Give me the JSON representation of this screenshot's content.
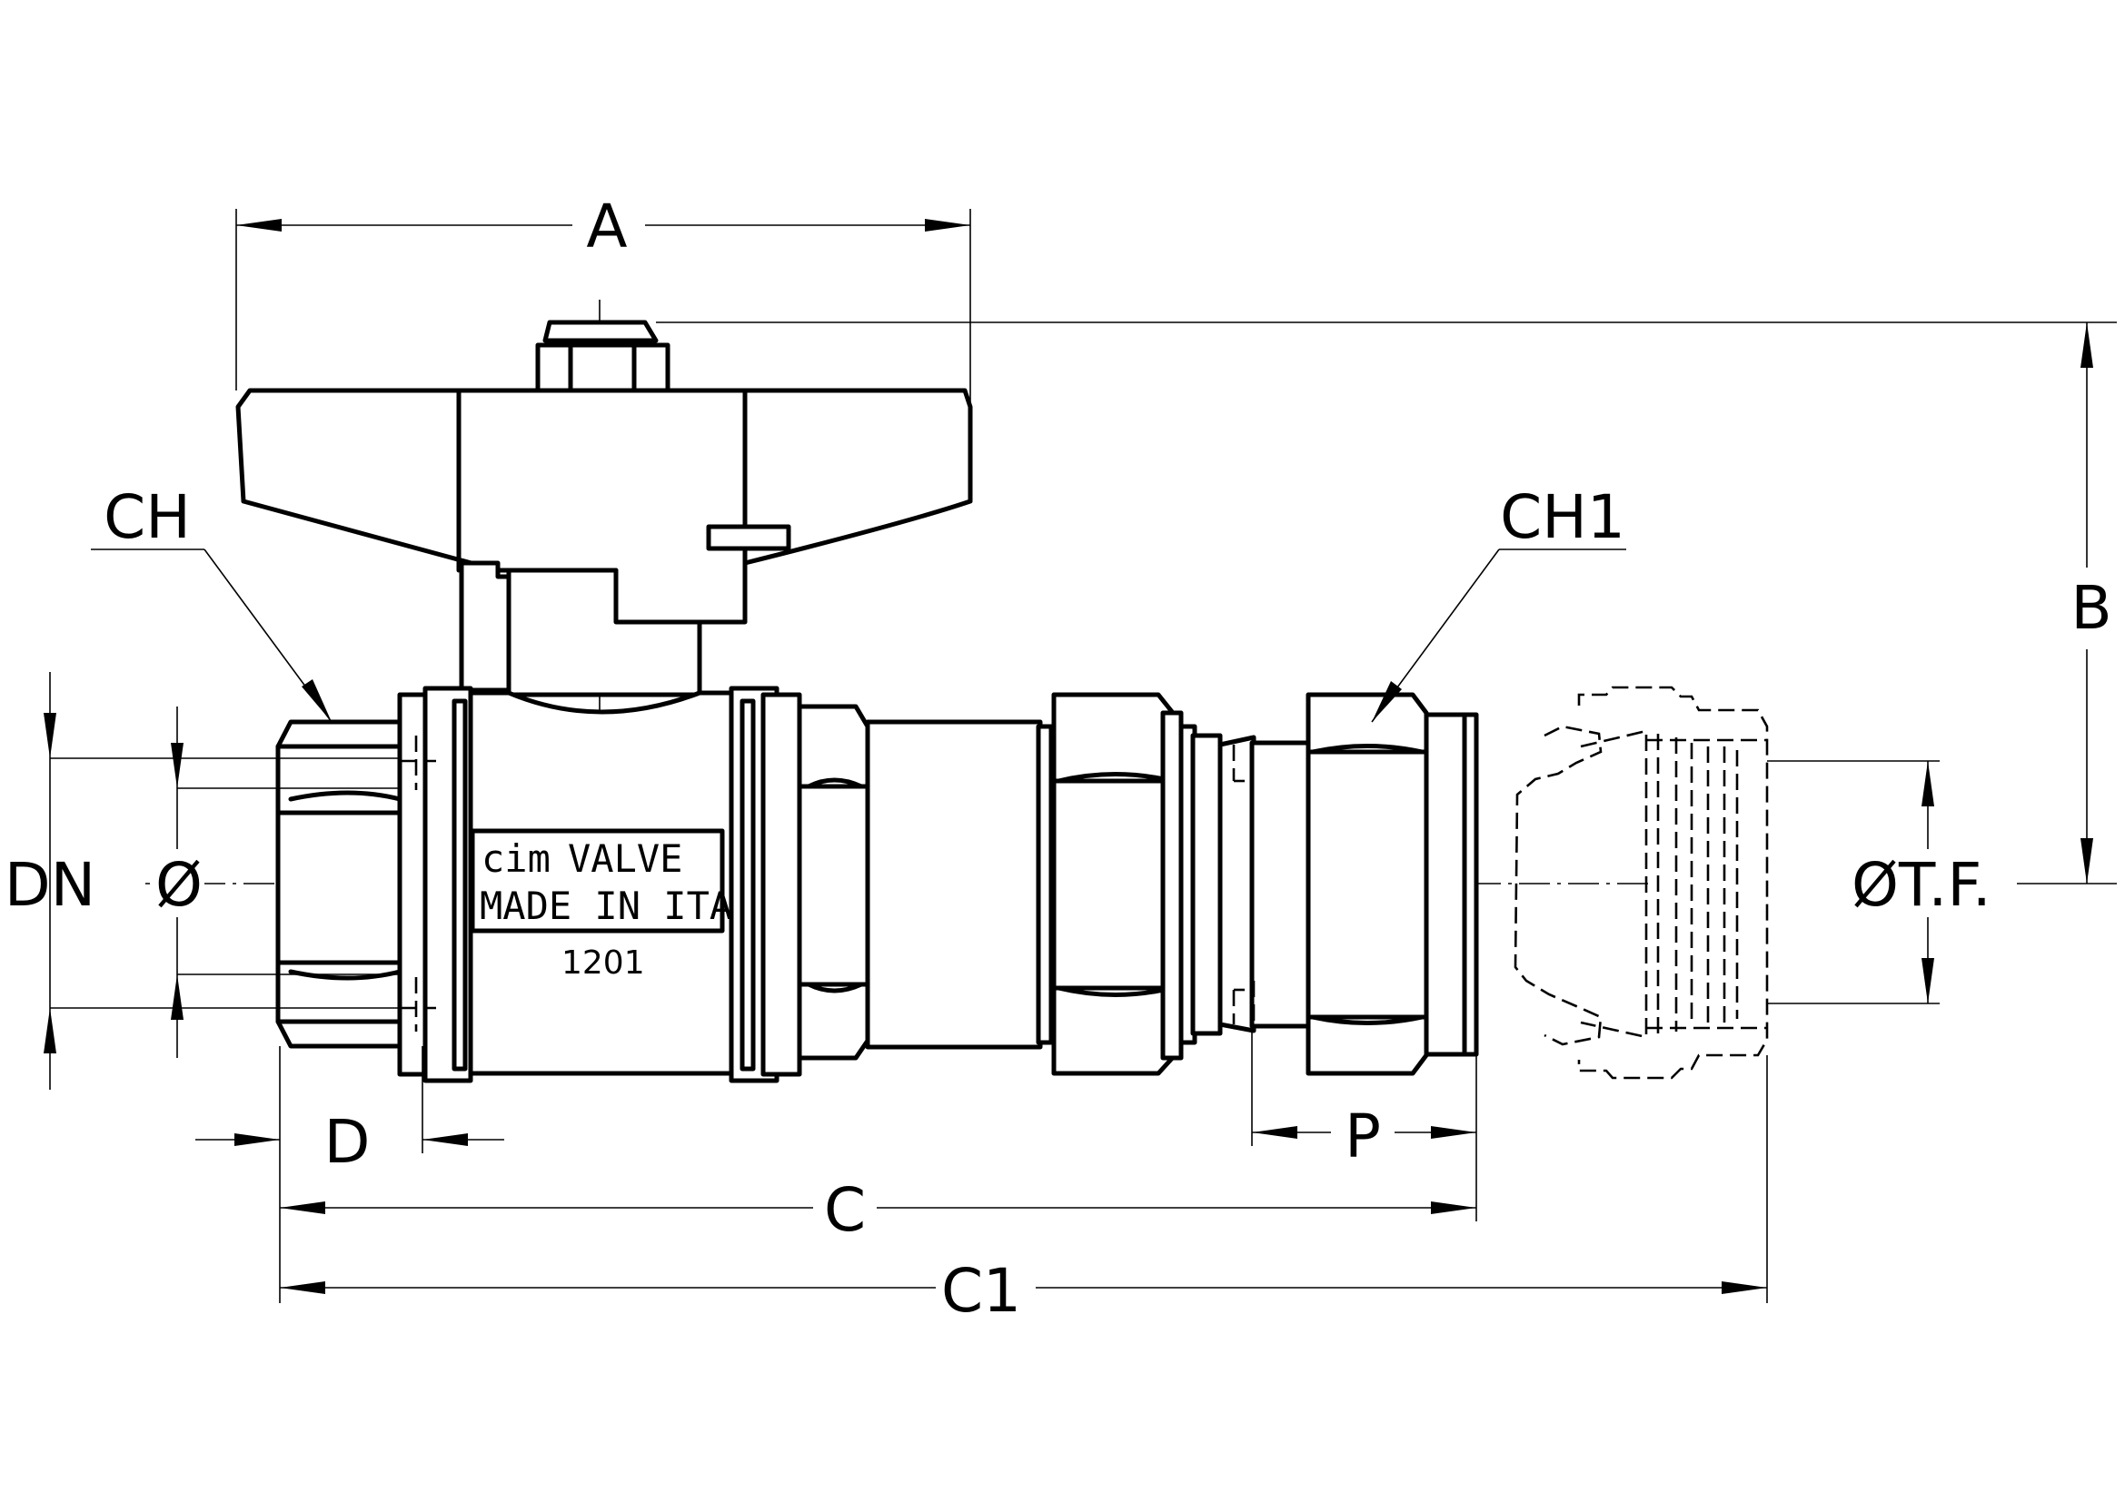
{
  "dimensions": {
    "A": "A",
    "B": "B",
    "C": "C",
    "C1": "C1",
    "D": "D",
    "P": "P",
    "CH": "CH",
    "CH1": "CH1",
    "DN": "DN",
    "phi": "Ø",
    "phi_tf": "ØT.F."
  },
  "marking": {
    "brand_left": "cim",
    "brand_right": "VALVE",
    "origin": "MADE IN ITALY",
    "model": "1201"
  }
}
